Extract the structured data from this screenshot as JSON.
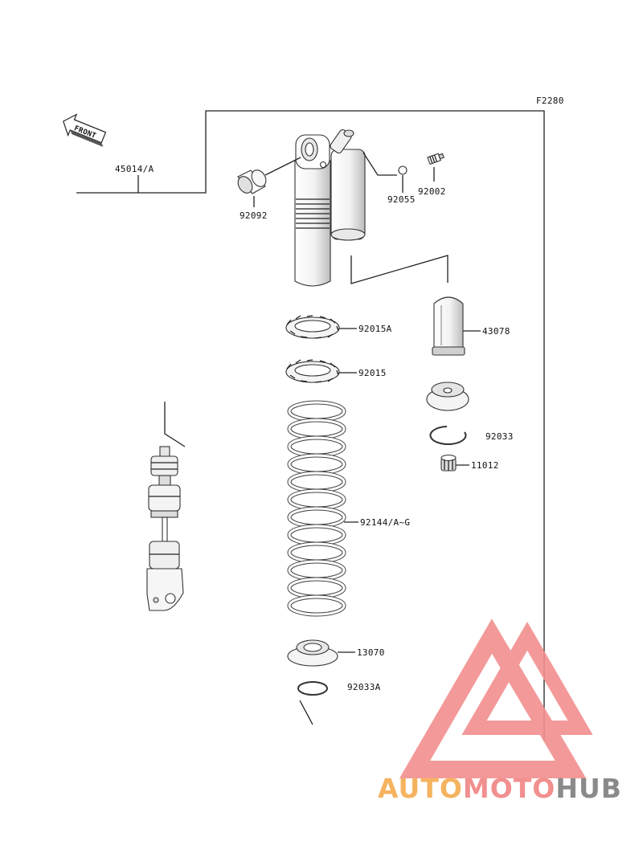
{
  "diagram_code": "F2280",
  "front_arrow_text": "FRONT",
  "part_labels": {
    "p45014A": "45014/A",
    "p92092": "92092",
    "p92055": "92055",
    "p92002": "92002",
    "p92015A": "92015A",
    "p92015": "92015",
    "p43078": "43078",
    "p92033": "92033",
    "p11012": "11012",
    "p92144": "92144/A~G",
    "p13070": "13070",
    "p92033A": "92033A"
  },
  "watermark": {
    "part1": "AUTO",
    "part2": "MOTO",
    "part3": "HUB"
  }
}
